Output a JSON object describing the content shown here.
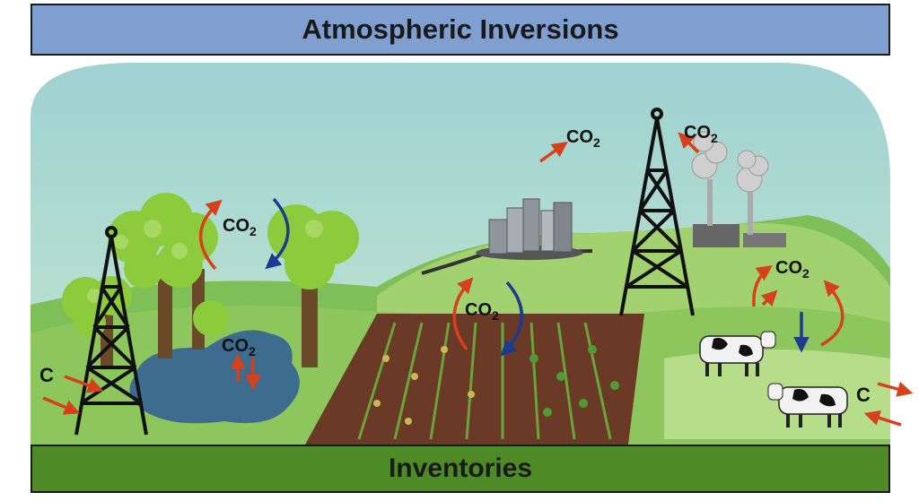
{
  "header": {
    "title": "Atmospheric Inversions"
  },
  "footer": {
    "title": "Inventories"
  },
  "labels": {
    "co2_prefix": "CO",
    "co2_subscript": "2",
    "carbon": "C"
  },
  "colors": {
    "header_fill": "#7f9fd1",
    "footer_fill": "#4e8a26",
    "sky_top": "#9ad0cf",
    "sky_bottom": "#b9e0cf",
    "ground": "#86c45a",
    "hill": "#9ed06a",
    "water": "#3d6c8f",
    "field": "#6b3a26",
    "arrow_red": "#d6401a",
    "arrow_blue": "#1a3b8f"
  },
  "icons": [
    "tower-icon",
    "tree-icon",
    "city-icon",
    "factory-smoke-icon",
    "cow-icon",
    "crop-field-icon",
    "pond-icon"
  ]
}
